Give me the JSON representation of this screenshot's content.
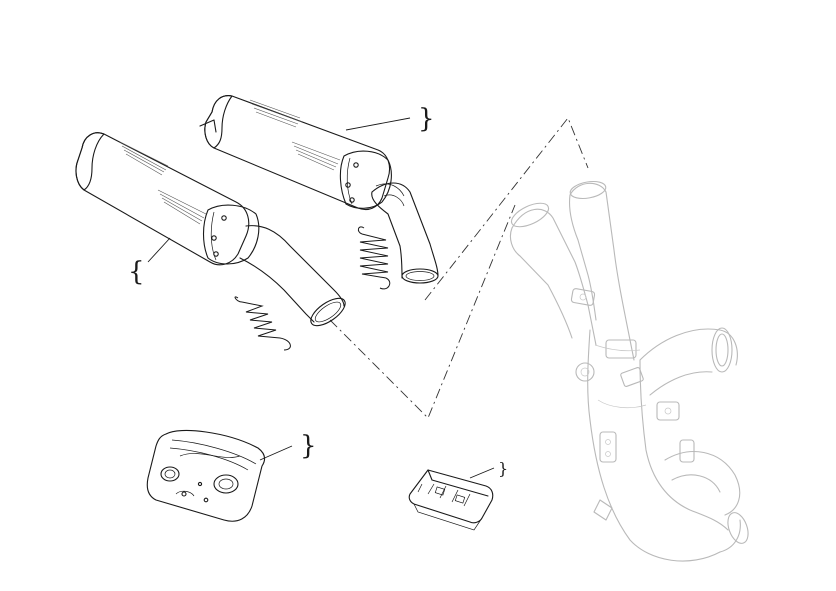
{
  "diagram": {
    "parts": [
      {
        "id": "silencer-upper",
        "callout": "}"
      },
      {
        "id": "silencer-lower",
        "callout": "{"
      },
      {
        "id": "heat-shield",
        "callout": "}"
      },
      {
        "id": "bracket",
        "callout": "}"
      }
    ],
    "colors": {
      "ink": "#1a1a1a",
      "ghost": "#b9b9b9",
      "background": "#ffffff"
    }
  }
}
